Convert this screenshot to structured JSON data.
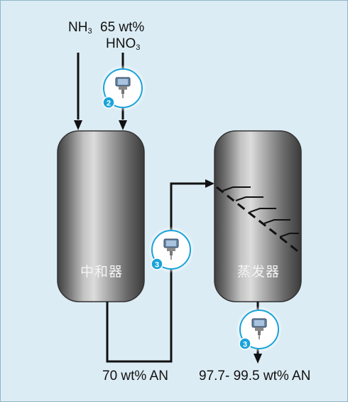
{
  "inputs": {
    "nh3_main": "NH",
    "nh3_sub": "3",
    "hno3_line1": "65 wt%",
    "hno3_main": "HNO",
    "hno3_sub": "3"
  },
  "vessels": {
    "neutralizer_label": "中和器",
    "evaporator_label": "蒸发器"
  },
  "outputs": {
    "neutralizer_product": "70 wt% AN",
    "evaporator_product": "97.7- 99.5 wt% AN"
  },
  "instruments": [
    {
      "number": "2"
    },
    {
      "number": "3"
    },
    {
      "number": "3"
    }
  ],
  "colors": {
    "background": "#dcecf4",
    "badge": "#1aa3d9",
    "line": "#111111"
  }
}
